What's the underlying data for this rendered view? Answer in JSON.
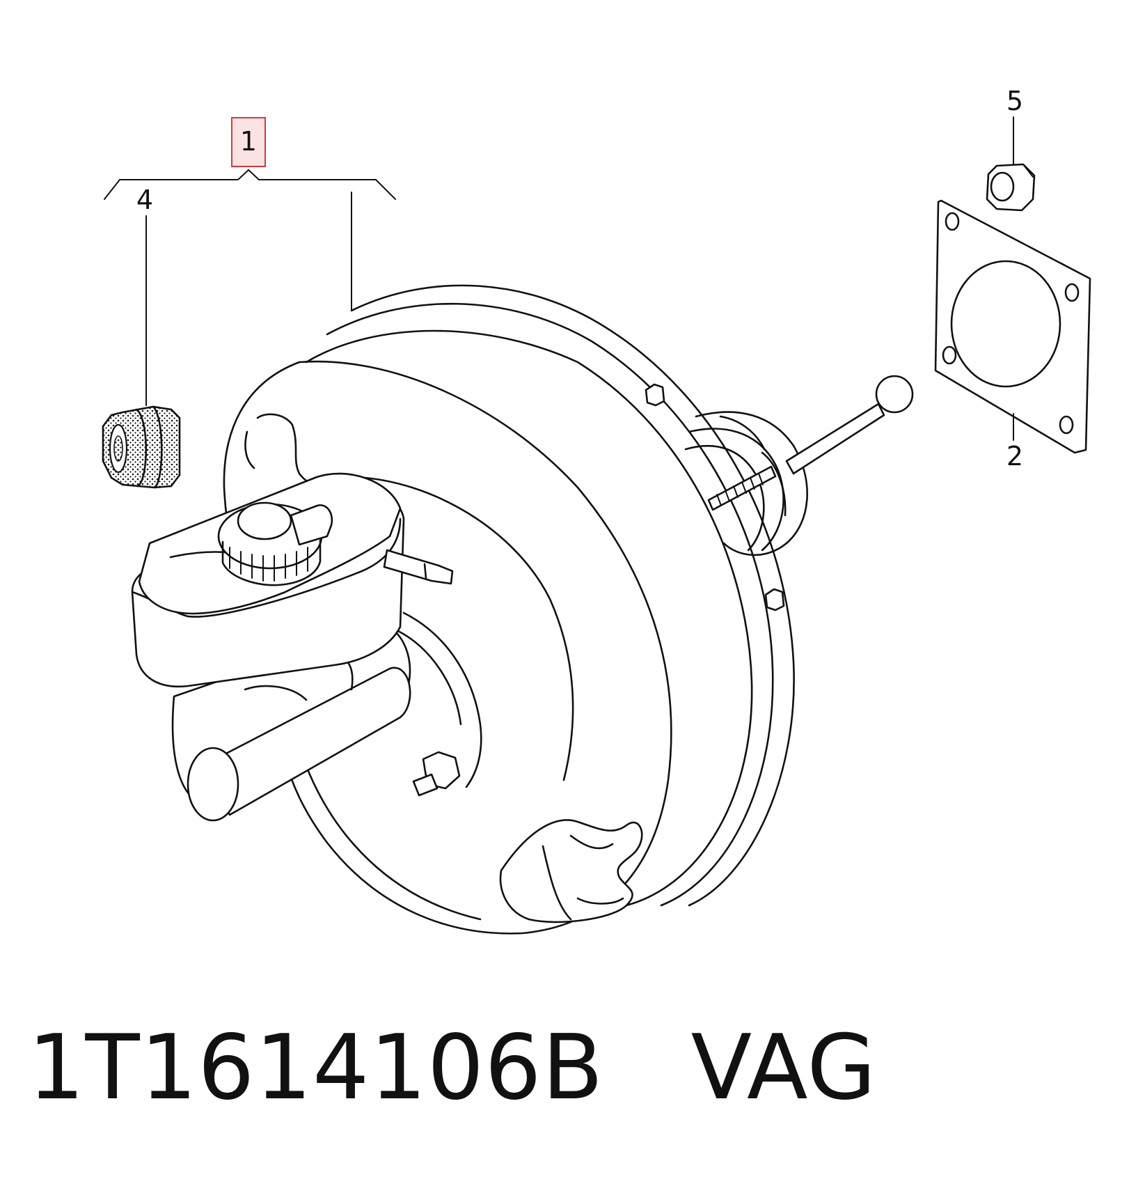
{
  "callouts": {
    "item1": "1",
    "item2": "2",
    "item4": "4",
    "item5": "5"
  },
  "highlight_color": "#d9363e",
  "part_number_line": "1T1614106B   VAG"
}
